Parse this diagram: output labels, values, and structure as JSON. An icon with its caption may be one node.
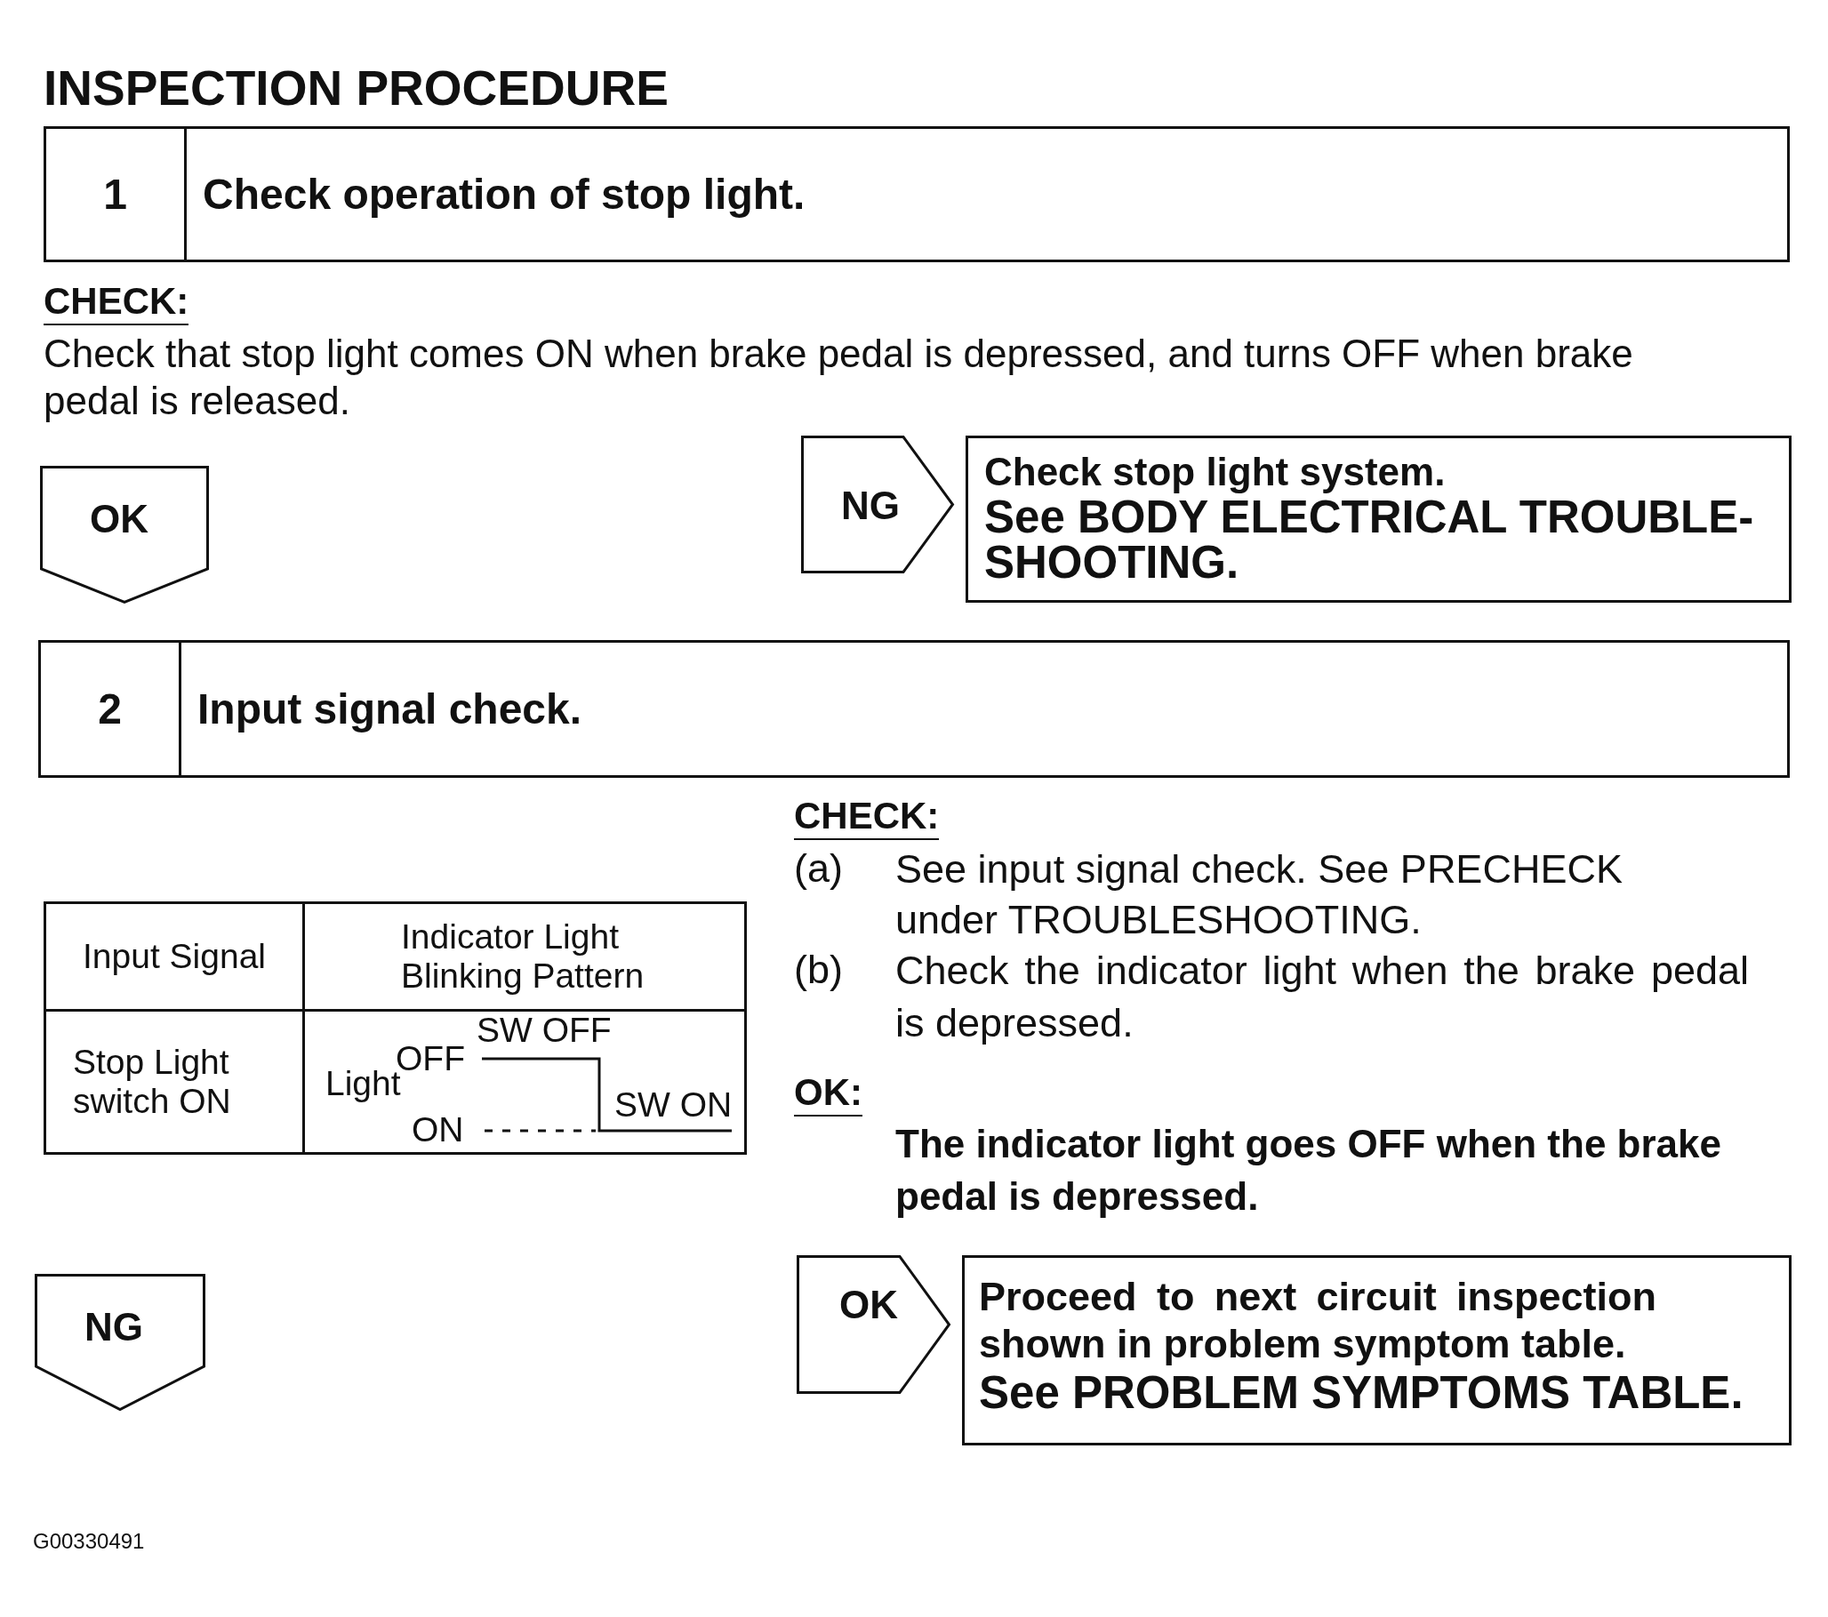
{
  "diagram": {
    "title": "INSPECTION PROCEDURE",
    "nodes": [
      {
        "text": [
          "1",
          "Check operation of stop light."
        ]
      },
      {
        "text": [
          "OK"
        ]
      },
      {
        "text": [
          "NG"
        ]
      },
      {
        "text": [
          "Check stop light system.",
          "See BODY ELECTRICAL TROUBLE- SHOOTING."
        ]
      },
      {
        "text": [
          "2",
          "Input signal check."
        ]
      },
      {
        "text": [
          "NG"
        ]
      },
      {
        "text": [
          "OK"
        ]
      },
      {
        "text": [
          "Proceed to next circuit inspection shown in problem symptom table.",
          "See PROBLEM SYMPTOMS TABLE."
        ]
      }
    ],
    "labels": [
      "CHECK:",
      "Check that stop light comes ON when brake pedal is depressed, and turns OFF when brake pedal is released.",
      "CHECK:",
      "(a)",
      "See input signal check. See PRECHECK under TROUBLESHOOTING.",
      "(b)",
      "Check the indicator light when the brake pedal is depressed.",
      "OK:",
      "The indicator light goes OFF when the brake pedal is depressed.",
      "Input Signal",
      "Indicator Light Blinking Pattern",
      "Stop Light switch ON",
      "SW OFF",
      "OFF",
      "Light",
      "SW ON",
      "ON",
      "G00330491"
    ]
  }
}
